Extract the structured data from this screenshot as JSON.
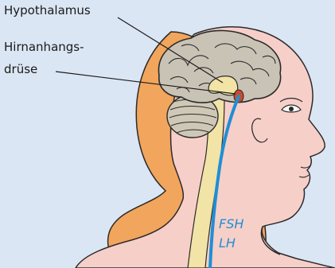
{
  "labels": {
    "hypothalamus": "Hypothalamus",
    "hypophysis_line1": "Hirnanhangs-",
    "hypophysis_line2": "drüse"
  },
  "hormones": {
    "fsh": "FSH",
    "lh": "LH"
  },
  "colors": {
    "background": "#dbe6f4",
    "hair": "#f2a55c",
    "skin": "#f7cfc9",
    "brain": "#c9c3b6",
    "cerebellum": "#cfc8b6",
    "spinal_cord": "#f2e3a6",
    "pituitary": "#cc4a2a",
    "hormone_path": "#1f8fd4"
  }
}
